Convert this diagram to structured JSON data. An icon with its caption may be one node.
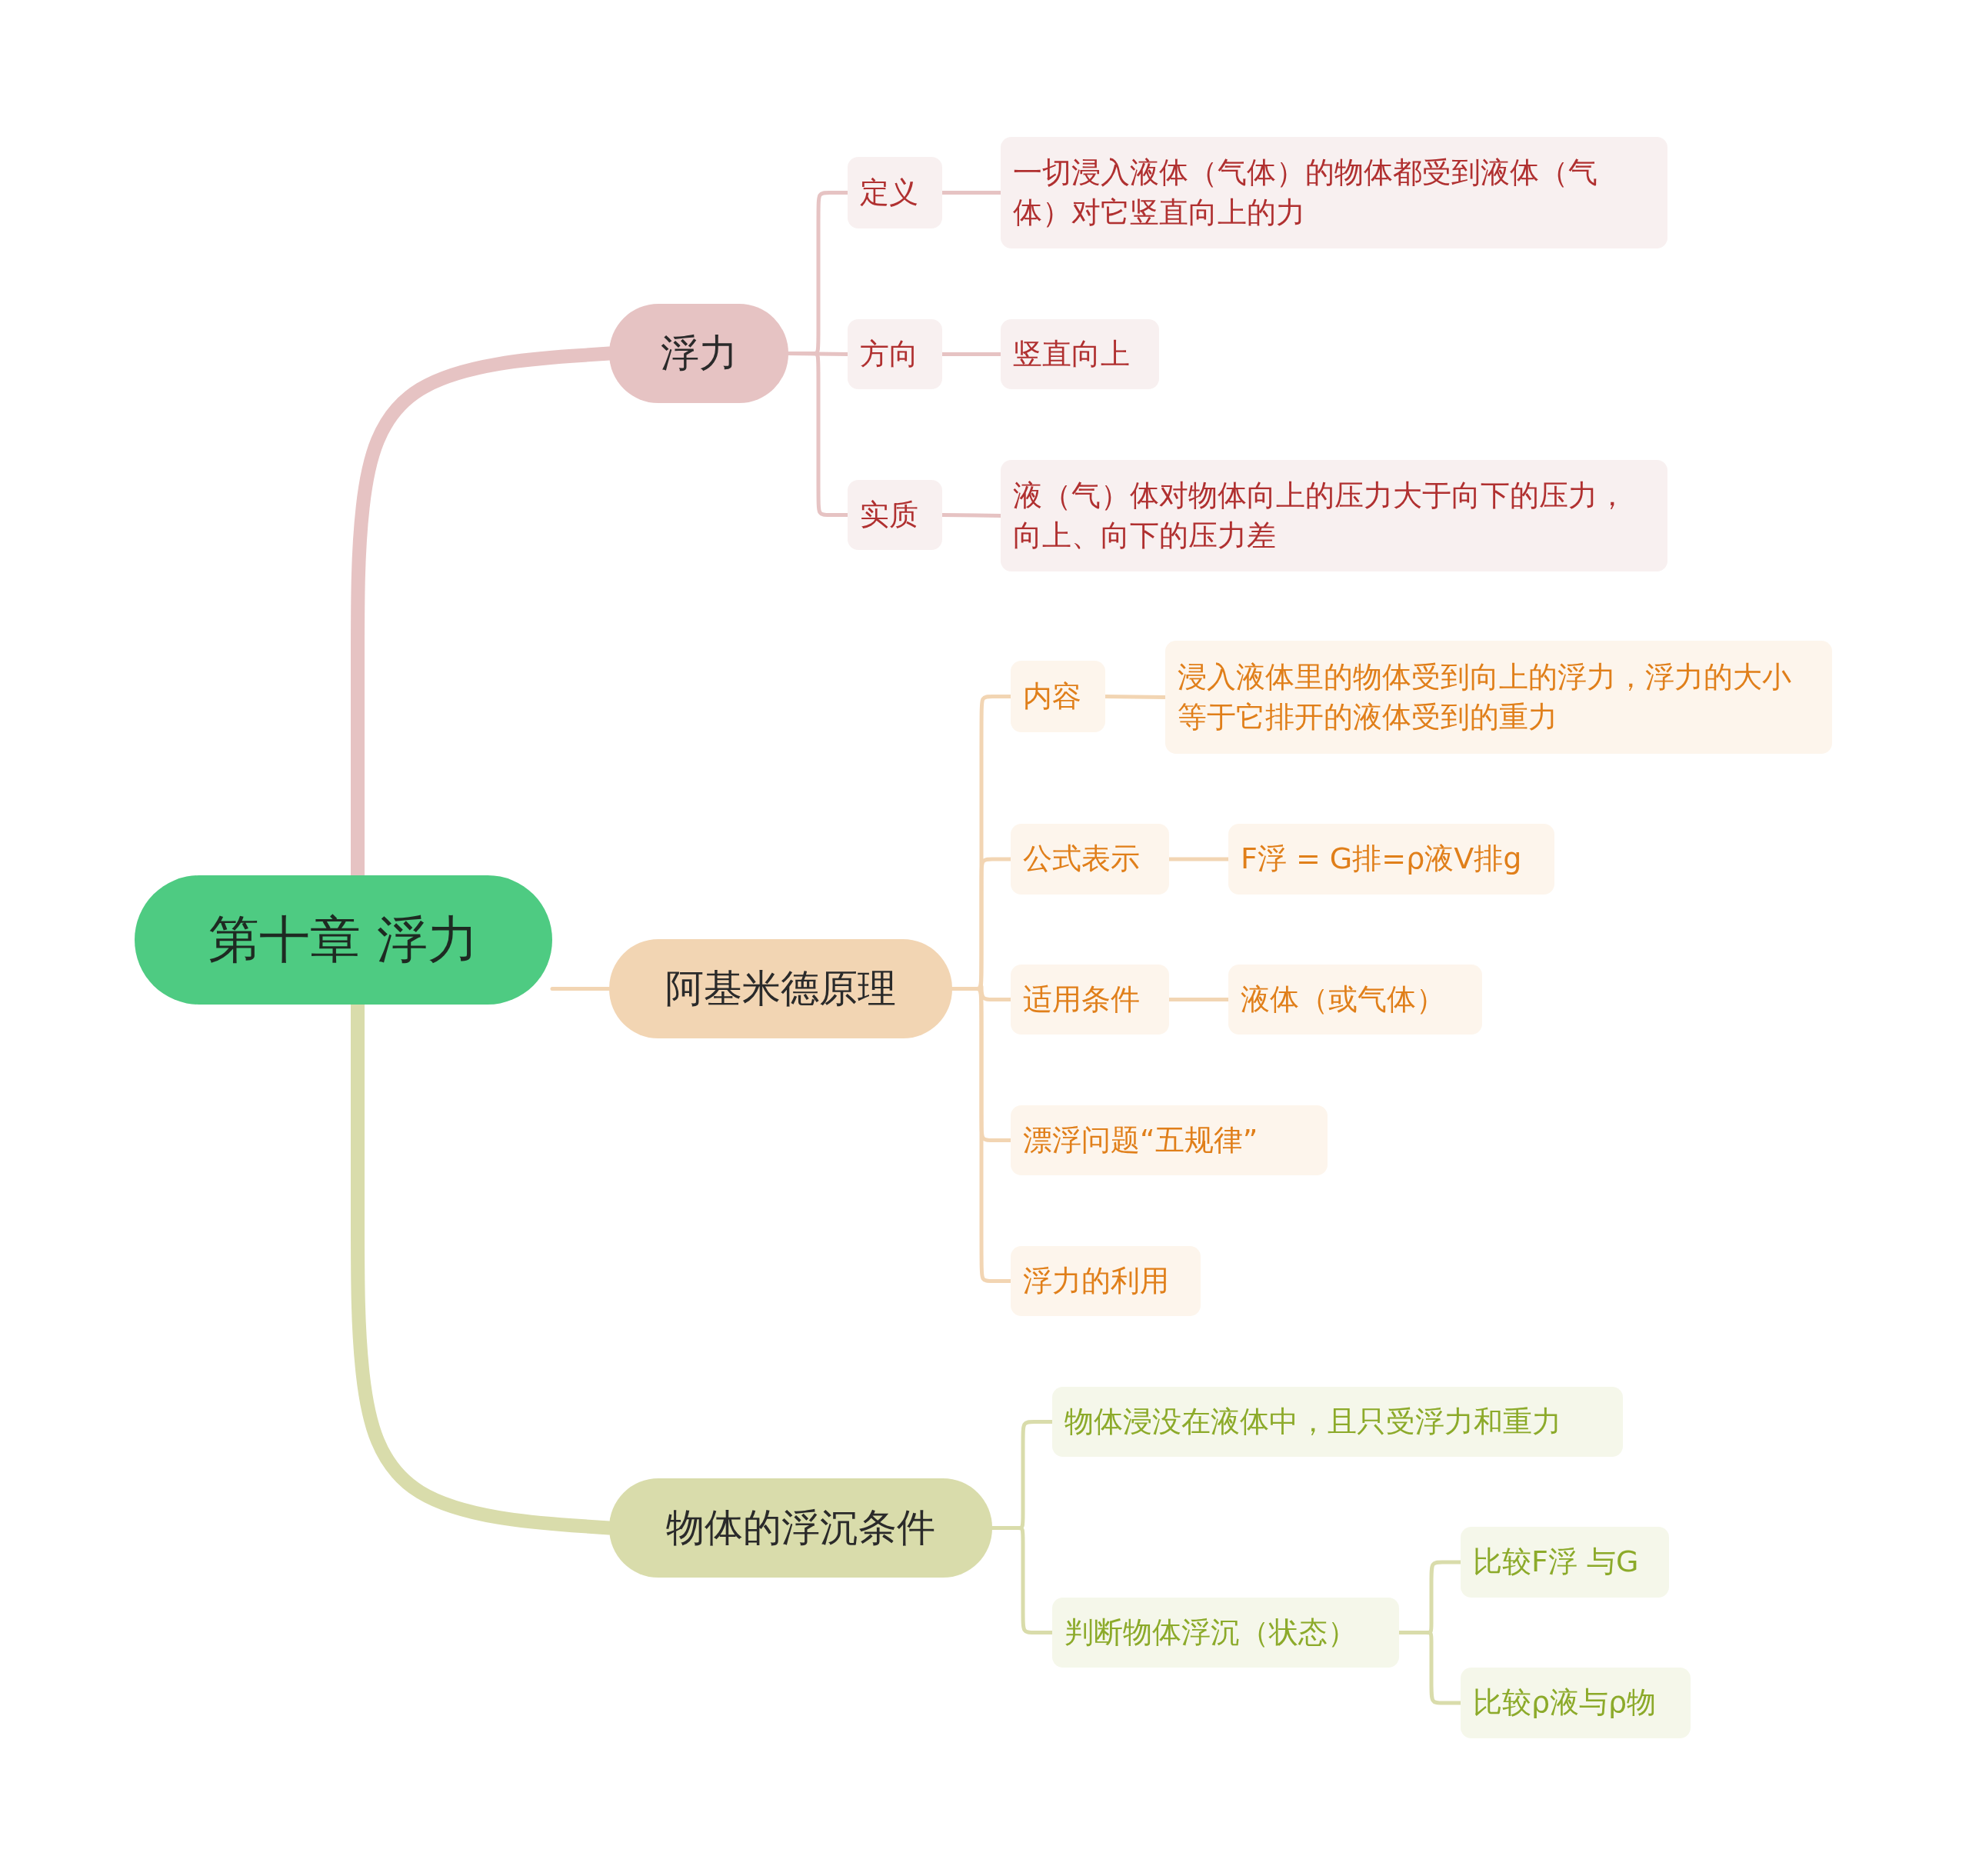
{
  "diagram": {
    "nodes": [
      {
        "text": [
          "第十章 浮力"
        ]
      },
      {
        "text": [
          "浮力"
        ]
      },
      {
        "text": [
          "定义"
        ]
      },
      {
        "text": [
          "一切浸入液体（气体）的物体都受到液体（气体）对它竖直向上的力"
        ]
      },
      {
        "text": [
          "方向"
        ]
      },
      {
        "text": [
          "竖直向上"
        ]
      },
      {
        "text": [
          "实质"
        ]
      },
      {
        "text": [
          "液（气）体对物体向上的压力大于向下的压力，向上、向下的压力差"
        ]
      },
      {
        "text": [
          "阿基米德原理"
        ]
      },
      {
        "text": [
          "内容"
        ]
      },
      {
        "text": [
          "浸入液体里的物体受到向上的浮力，浮力的大小等于它排开的液体受到的重力"
        ]
      },
      {
        "text": [
          "公式表示"
        ]
      },
      {
        "text": [
          "F浮 = G排=ρ液V排g"
        ]
      },
      {
        "text": [
          "适用条件"
        ]
      },
      {
        "text": [
          "液体（或气体）"
        ]
      },
      {
        "text": [
          "漂浮问题“五规律”"
        ]
      },
      {
        "text": [
          "浮力的利用"
        ]
      },
      {
        "text": [
          "物体的浮沉条件"
        ]
      },
      {
        "text": [
          "物体浸没在液体中，且只受浮力和重力"
        ]
      },
      {
        "text": [
          "判断物体浮沉（状态）"
        ]
      },
      {
        "text": [
          "比较F浮 与G"
        ]
      },
      {
        "text": [
          "比较ρ液与ρ物"
        ]
      }
    ],
    "edges": [
      {
        "from": 0,
        "to": 1,
        "arrow": "none",
        "style": "thick",
        "color": "#e6c3c3"
      },
      {
        "from": 0,
        "to": 8,
        "arrow": "none",
        "color": "#f2d5b3"
      },
      {
        "from": 0,
        "to": 17,
        "arrow": "none",
        "style": "thick",
        "color": "#d9dcab"
      },
      {
        "from": 1,
        "to": 2,
        "arrow": "none",
        "color": "#e6c3c3"
      },
      {
        "from": 2,
        "to": 3,
        "arrow": "none",
        "color": "#e6c3c3"
      },
      {
        "from": 1,
        "to": 4,
        "arrow": "none",
        "color": "#e6c3c3"
      },
      {
        "from": 4,
        "to": 5,
        "arrow": "none",
        "color": "#e6c3c3"
      },
      {
        "from": 1,
        "to": 6,
        "arrow": "none",
        "color": "#e6c3c3"
      },
      {
        "from": 6,
        "to": 7,
        "arrow": "none",
        "color": "#e6c3c3"
      },
      {
        "from": 8,
        "to": 9,
        "arrow": "none",
        "color": "#f2d5b3"
      },
      {
        "from": 9,
        "to": 10,
        "arrow": "none",
        "color": "#f2d5b3"
      },
      {
        "from": 8,
        "to": 11,
        "arrow": "none",
        "color": "#f2d5b3"
      },
      {
        "from": 11,
        "to": 12,
        "arrow": "none",
        "color": "#f2d5b3"
      },
      {
        "from": 8,
        "to": 13,
        "arrow": "none",
        "color": "#f2d5b3"
      },
      {
        "from": 13,
        "to": 14,
        "arrow": "none",
        "color": "#f2d5b3"
      },
      {
        "from": 8,
        "to": 15,
        "arrow": "none",
        "color": "#f2d5b3"
      },
      {
        "from": 8,
        "to": 16,
        "arrow": "none",
        "color": "#f2d5b3"
      },
      {
        "from": 17,
        "to": 18,
        "arrow": "none",
        "color": "#d9dcab"
      },
      {
        "from": 17,
        "to": 19,
        "arrow": "none",
        "color": "#d9dcab"
      },
      {
        "from": 19,
        "to": 20,
        "arrow": "none",
        "color": "#d9dcab"
      },
      {
        "from": 19,
        "to": 21,
        "arrow": "none",
        "color": "#d9dcab"
      }
    ]
  }
}
